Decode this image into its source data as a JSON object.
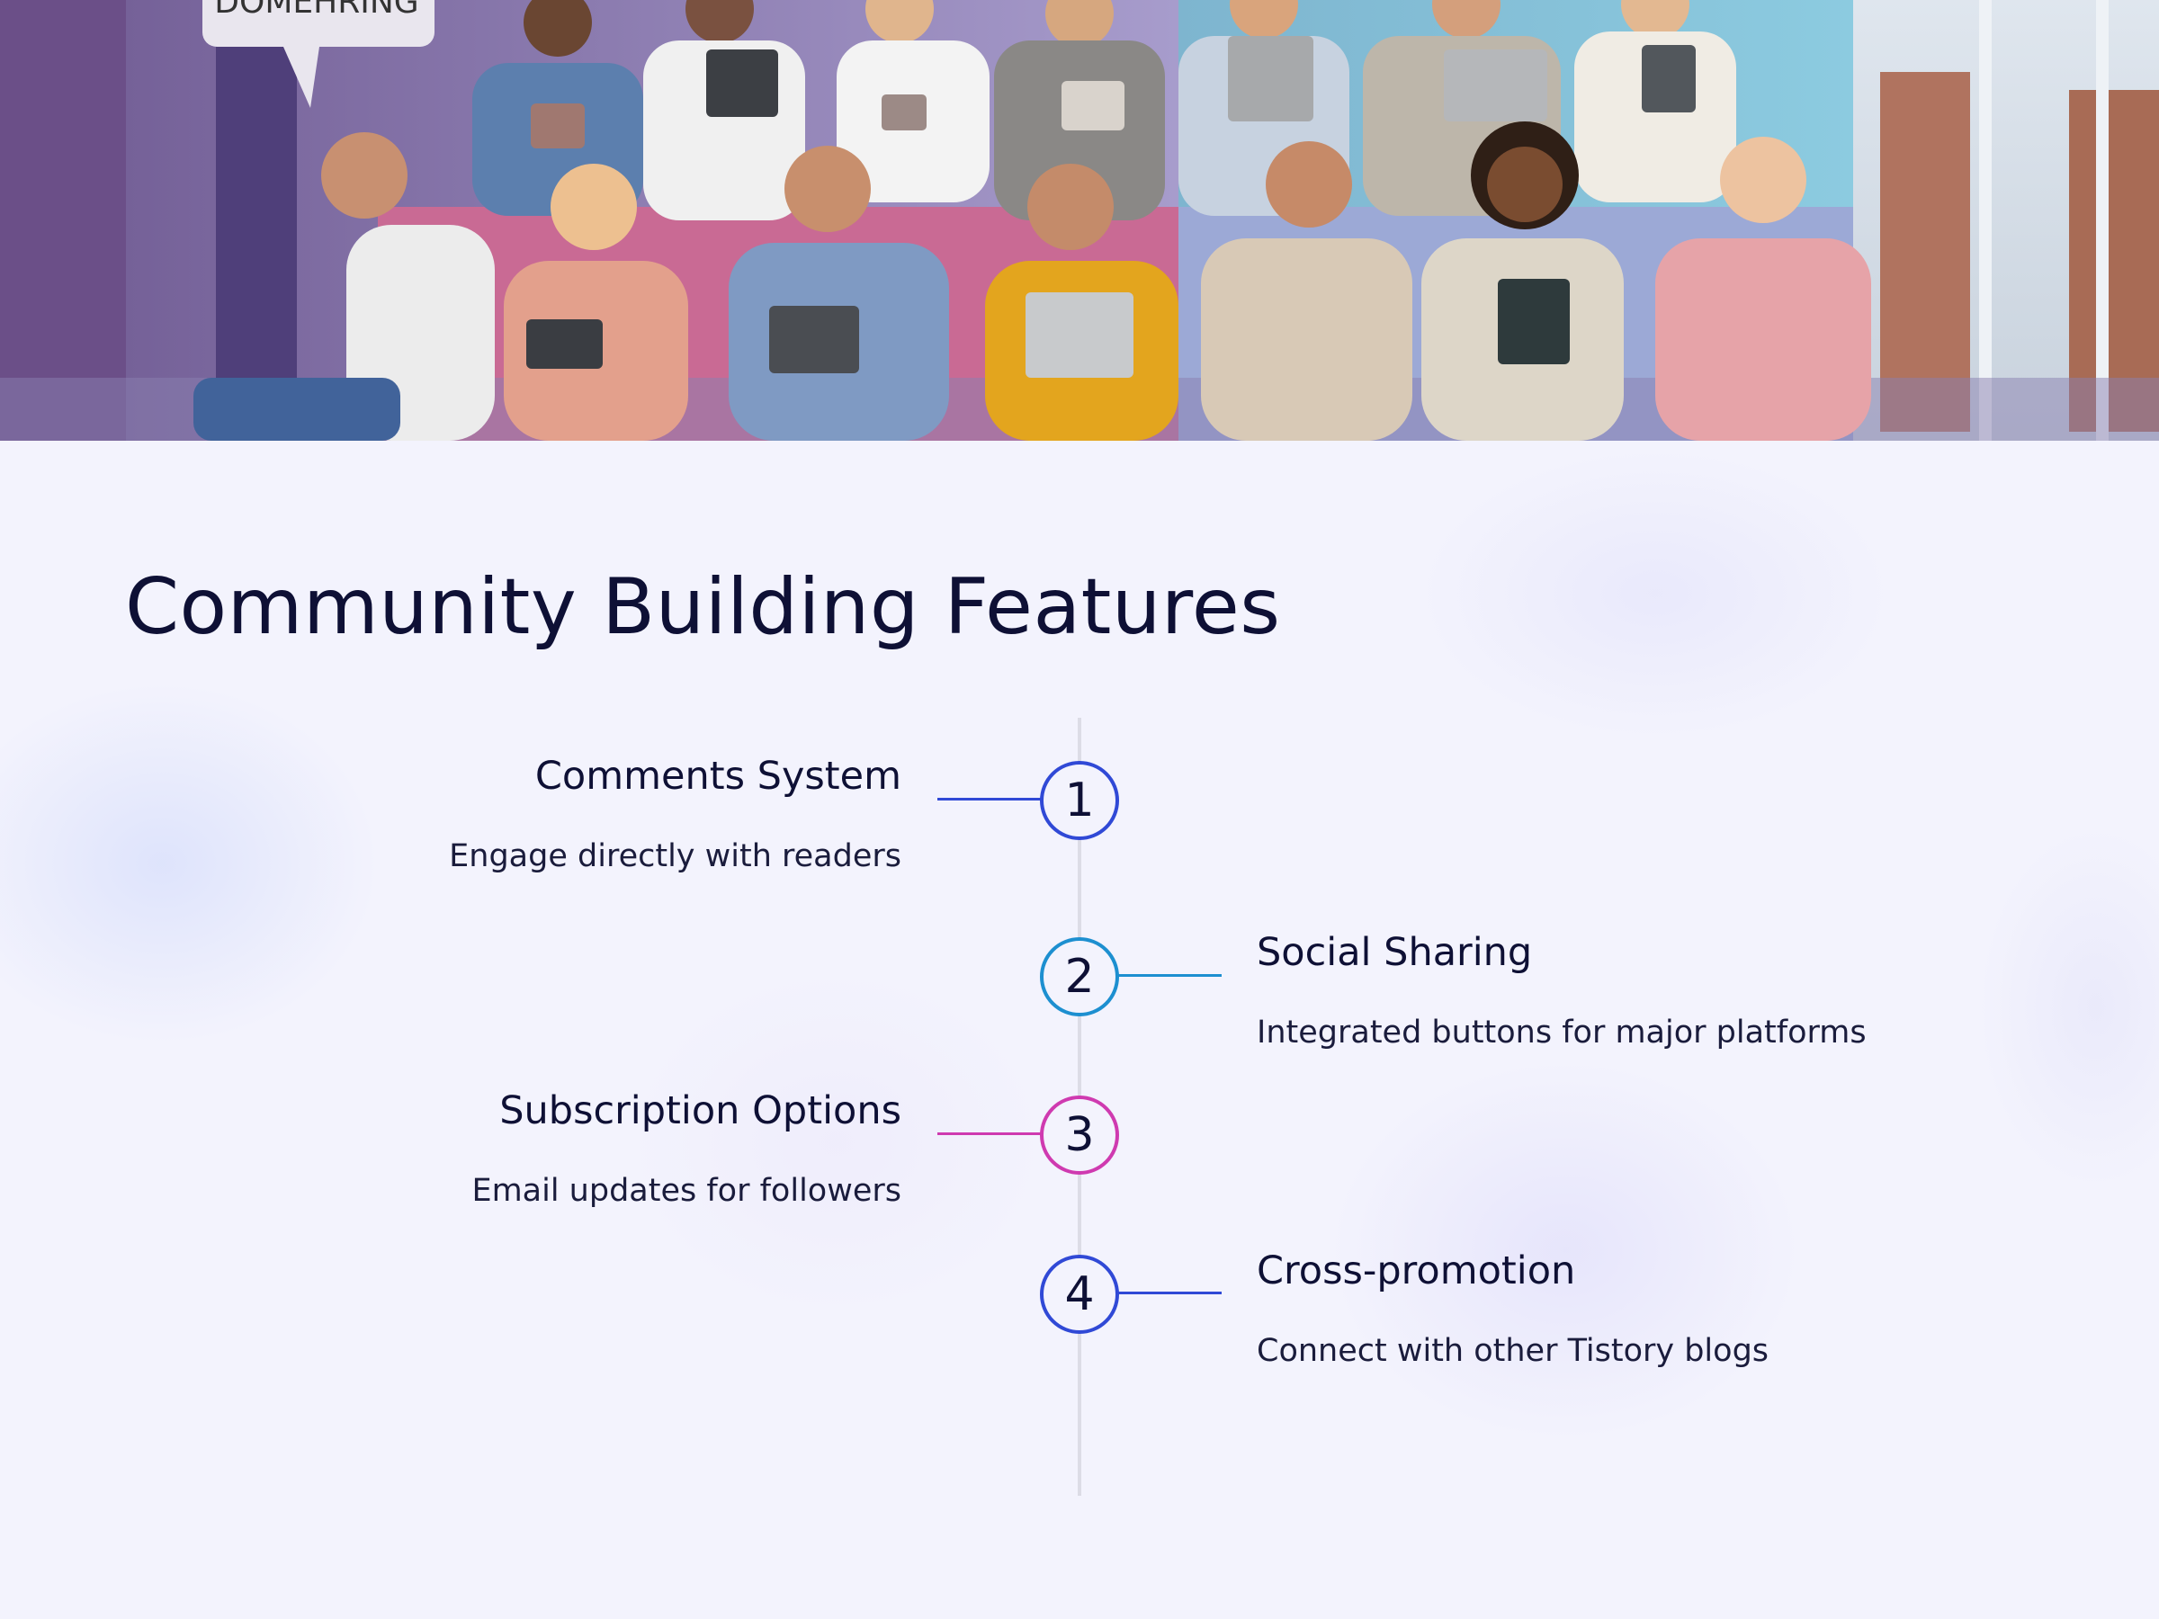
{
  "hero": {
    "bubble_text": "DOMEHRING",
    "image_semantic": "people-with-tablets-photo"
  },
  "title": "Community Building Features",
  "timeline": {
    "items": [
      {
        "number": "1",
        "title": "Comments System",
        "description": "Engage directly with readers",
        "side": "left",
        "color": "#3049d6"
      },
      {
        "number": "2",
        "title": "Social Sharing",
        "description": "Integrated buttons for major platforms",
        "side": "right",
        "color": "#1d8fd0"
      },
      {
        "number": "3",
        "title": "Subscription Options",
        "description": "Email updates for followers",
        "side": "left",
        "color": "#cf3ab0"
      },
      {
        "number": "4",
        "title": "Cross-promotion",
        "description": "Connect with other Tistory blogs",
        "side": "right",
        "color": "#3049d6"
      }
    ]
  },
  "colors": {
    "background": "#f3f3fd",
    "title_text": "#0e1035",
    "timeline_line": "#dcdce6"
  }
}
